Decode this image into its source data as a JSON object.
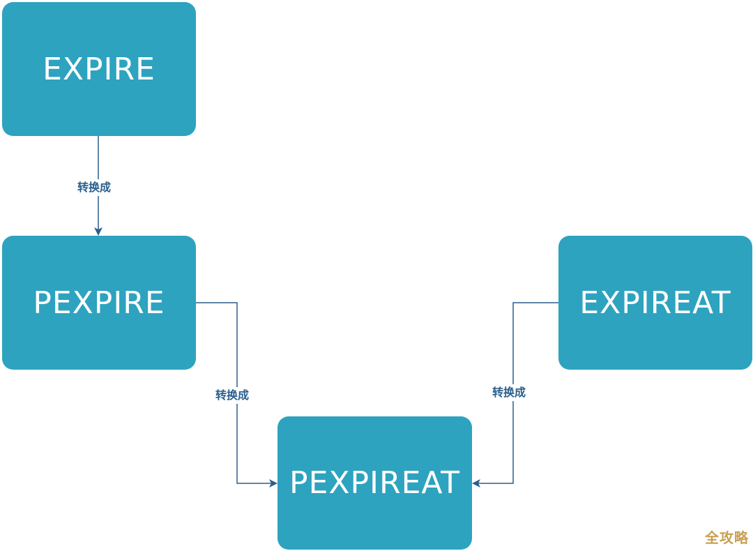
{
  "nodes": {
    "expire": "EXPIRE",
    "pexpire": "PEXPIRE",
    "expireat": "EXPIREAT",
    "pexpireat": "PEXPIREAT"
  },
  "edges": [
    {
      "from": "EXPIRE",
      "to": "PEXPIRE",
      "label": "转换成"
    },
    {
      "from": "PEXPIRE",
      "to": "PEXPIREAT",
      "label": "转换成"
    },
    {
      "from": "EXPIREAT",
      "to": "PEXPIREAT",
      "label": "转换成"
    }
  ],
  "watermark": "全攻略",
  "colors": {
    "node_fill": "#2da3bf",
    "node_text": "#ffffff",
    "edge": "#2a5f8c",
    "watermark": "#c8a050"
  }
}
